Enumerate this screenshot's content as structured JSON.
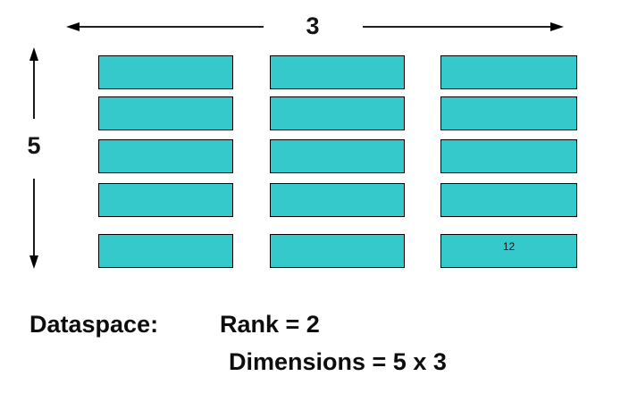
{
  "diagram": {
    "background_color": "#ffffff",
    "cell_fill_color": "#36c9cb",
    "cell_border_color": "#000000",
    "arrow_color": "#000000",
    "top_dimension_label": "3",
    "left_dimension_label": "5",
    "grid": {
      "rows": 5,
      "cols": 3,
      "value_cell": {
        "row": 5,
        "col": 3,
        "label": "12"
      }
    },
    "caption": {
      "title": "Dataspace:",
      "rank": "Rank = 2",
      "dimensions": "Dimensions = 5 x 3"
    }
  }
}
